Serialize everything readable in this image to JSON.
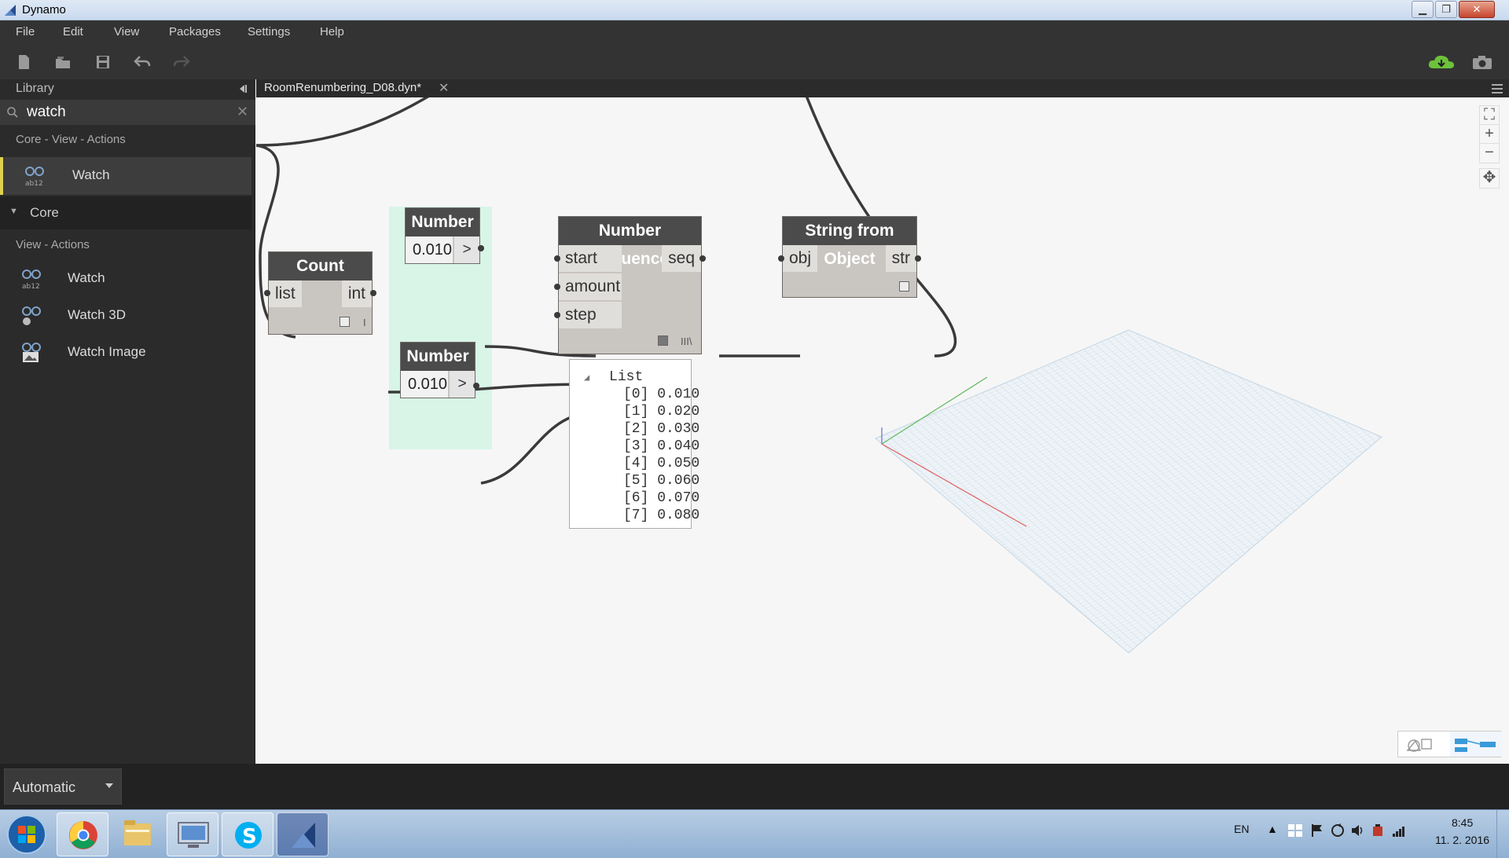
{
  "window": {
    "title": "Dynamo",
    "min_label": "▁",
    "max_label": "❐",
    "close_label": "✕"
  },
  "menu": [
    "File",
    "Edit",
    "View",
    "Packages",
    "Settings",
    "Help"
  ],
  "toolbar": {
    "icons": [
      "new-file-icon",
      "open-file-icon",
      "save-icon",
      "undo-icon",
      "redo-icon"
    ],
    "right_icons": [
      "cloud-download-icon",
      "camera-icon"
    ]
  },
  "library": {
    "title": "Library",
    "search": {
      "value": "watch",
      "placeholder": ""
    },
    "results_category": "Core - View - Actions",
    "top_result": "Watch",
    "tree": {
      "section": "Core",
      "subcategory": "View - Actions",
      "items": [
        {
          "label": "Watch",
          "icon": "watch-icon"
        },
        {
          "label": "Watch 3D",
          "icon": "watch-3d-icon"
        },
        {
          "label": "Watch Image",
          "icon": "watch-image-icon"
        }
      ]
    }
  },
  "tab": {
    "label": "RoomRenumbering_D08.dyn*",
    "close": "✕"
  },
  "nodes": {
    "count": {
      "title": "Count",
      "input": "list",
      "output": "int",
      "lacing": "I"
    },
    "number1": {
      "title": "Number",
      "value": "0.010",
      "button": ">"
    },
    "number2": {
      "title": "Number",
      "value": "0.010",
      "button": ">"
    },
    "sequence": {
      "title": "Number Sequence",
      "inputs": [
        "start",
        "amount",
        "step"
      ],
      "output": "seq",
      "lacing": "III\\"
    },
    "string_from_object": {
      "title": "String from Object",
      "input": "obj",
      "output": "str"
    }
  },
  "watch_list": {
    "root": "List",
    "items": [
      "[0] 0.010",
      "[1] 0.020",
      "[2] 0.030",
      "[3] 0.040",
      "[4] 0.050",
      "[5] 0.060",
      "[6] 0.070",
      "[7] 0.080"
    ]
  },
  "nav": {
    "fit": "⛶",
    "zoom_in": "+",
    "zoom_out": "−",
    "pan": "✥"
  },
  "run": {
    "mode": "Automatic"
  },
  "taskbar": {
    "apps": [
      "start-orb-icon",
      "chrome-icon",
      "file-explorer-icon",
      "remote-desktop-icon",
      "skype-icon",
      "revit-icon"
    ],
    "language": "EN",
    "time": "8:45",
    "date": "11. 2. 2016"
  },
  "colors": {
    "accent": "#e0d050",
    "wire": "#3a3a3a",
    "group": "#d8f5e7",
    "node_header": "#4b4b4b",
    "cloud": "#6dc23a"
  }
}
